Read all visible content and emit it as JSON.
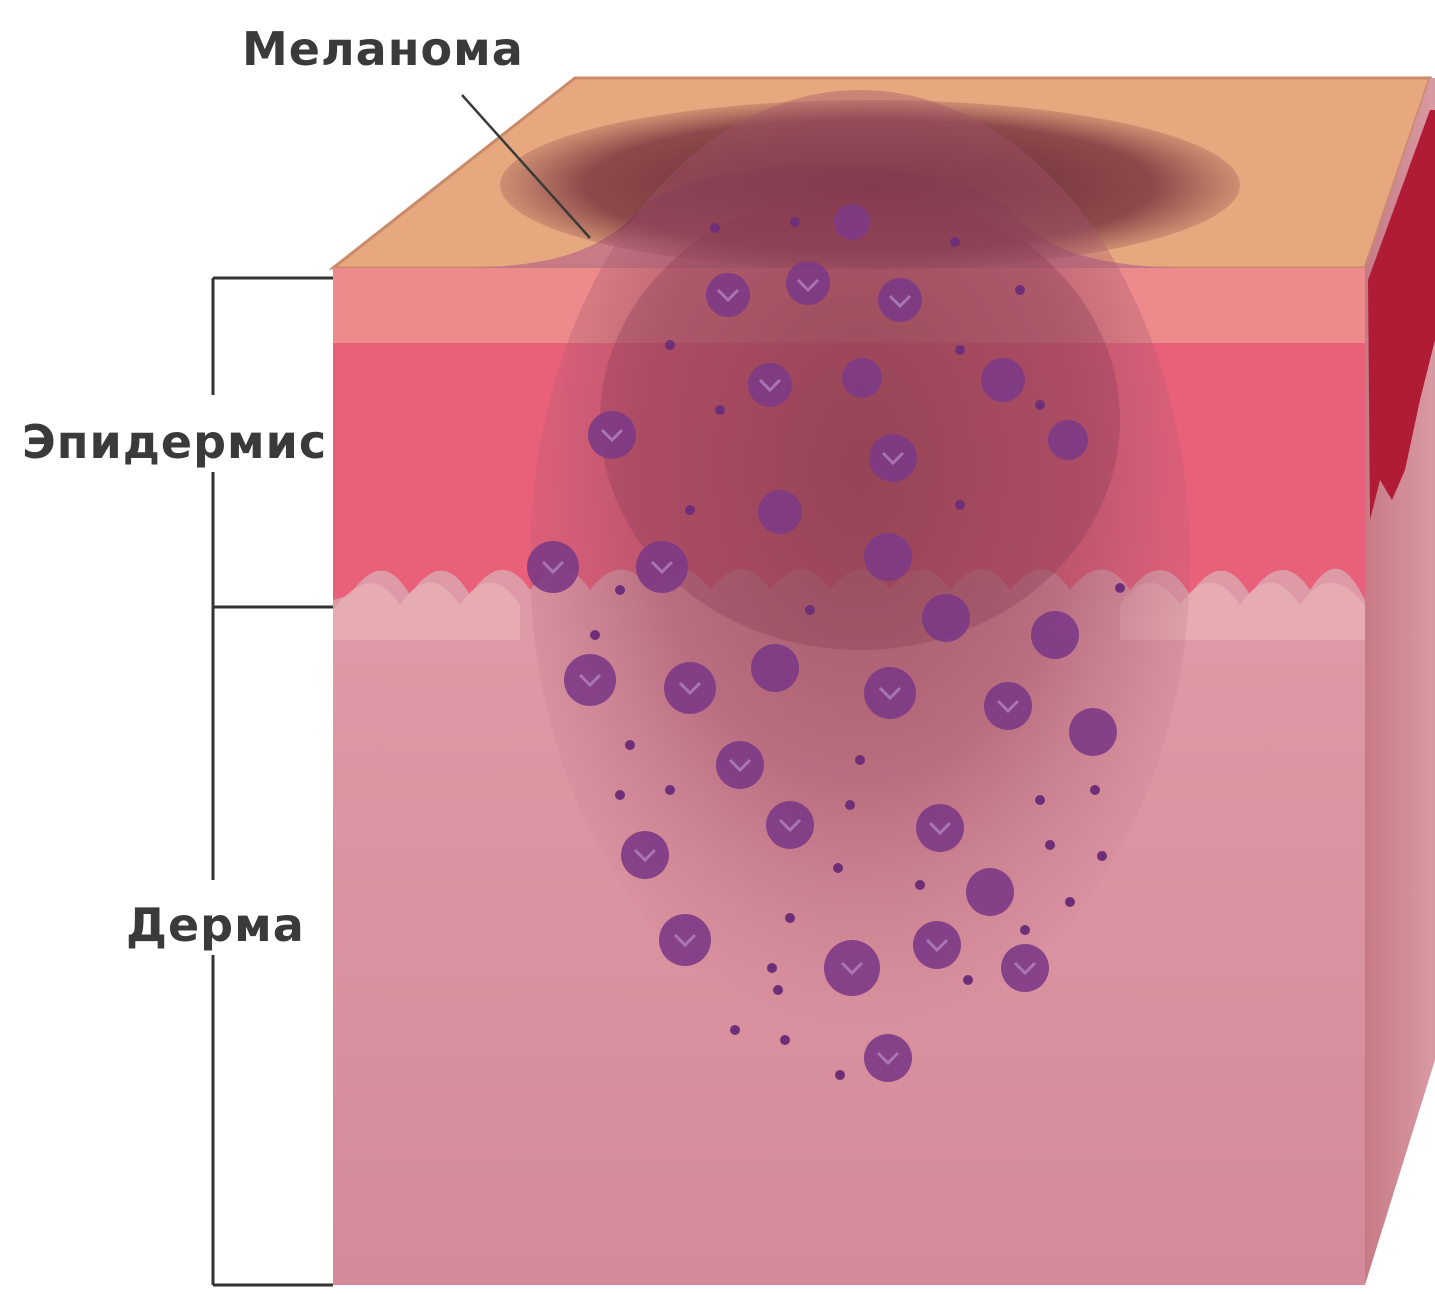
{
  "labels": {
    "melanoma": "Меланома",
    "epidermis": "Эпидермис",
    "dermis": "Дерма"
  },
  "colors": {
    "background": "#ffffff",
    "skin_top": "#e8a87f",
    "epidermis": "#e8607a",
    "epidermis_upper": "#ec8a8c",
    "dermis": "#d98c9a",
    "dermis_light": "#e3a3ad",
    "side_face": "#c97e86",
    "side_vessel": "#b01c35",
    "melanoma_surface": "#6e2a3a",
    "tumor_cells": "#7d3a86",
    "bracket_line": "#333333",
    "label_text": "#3a3a3a"
  }
}
